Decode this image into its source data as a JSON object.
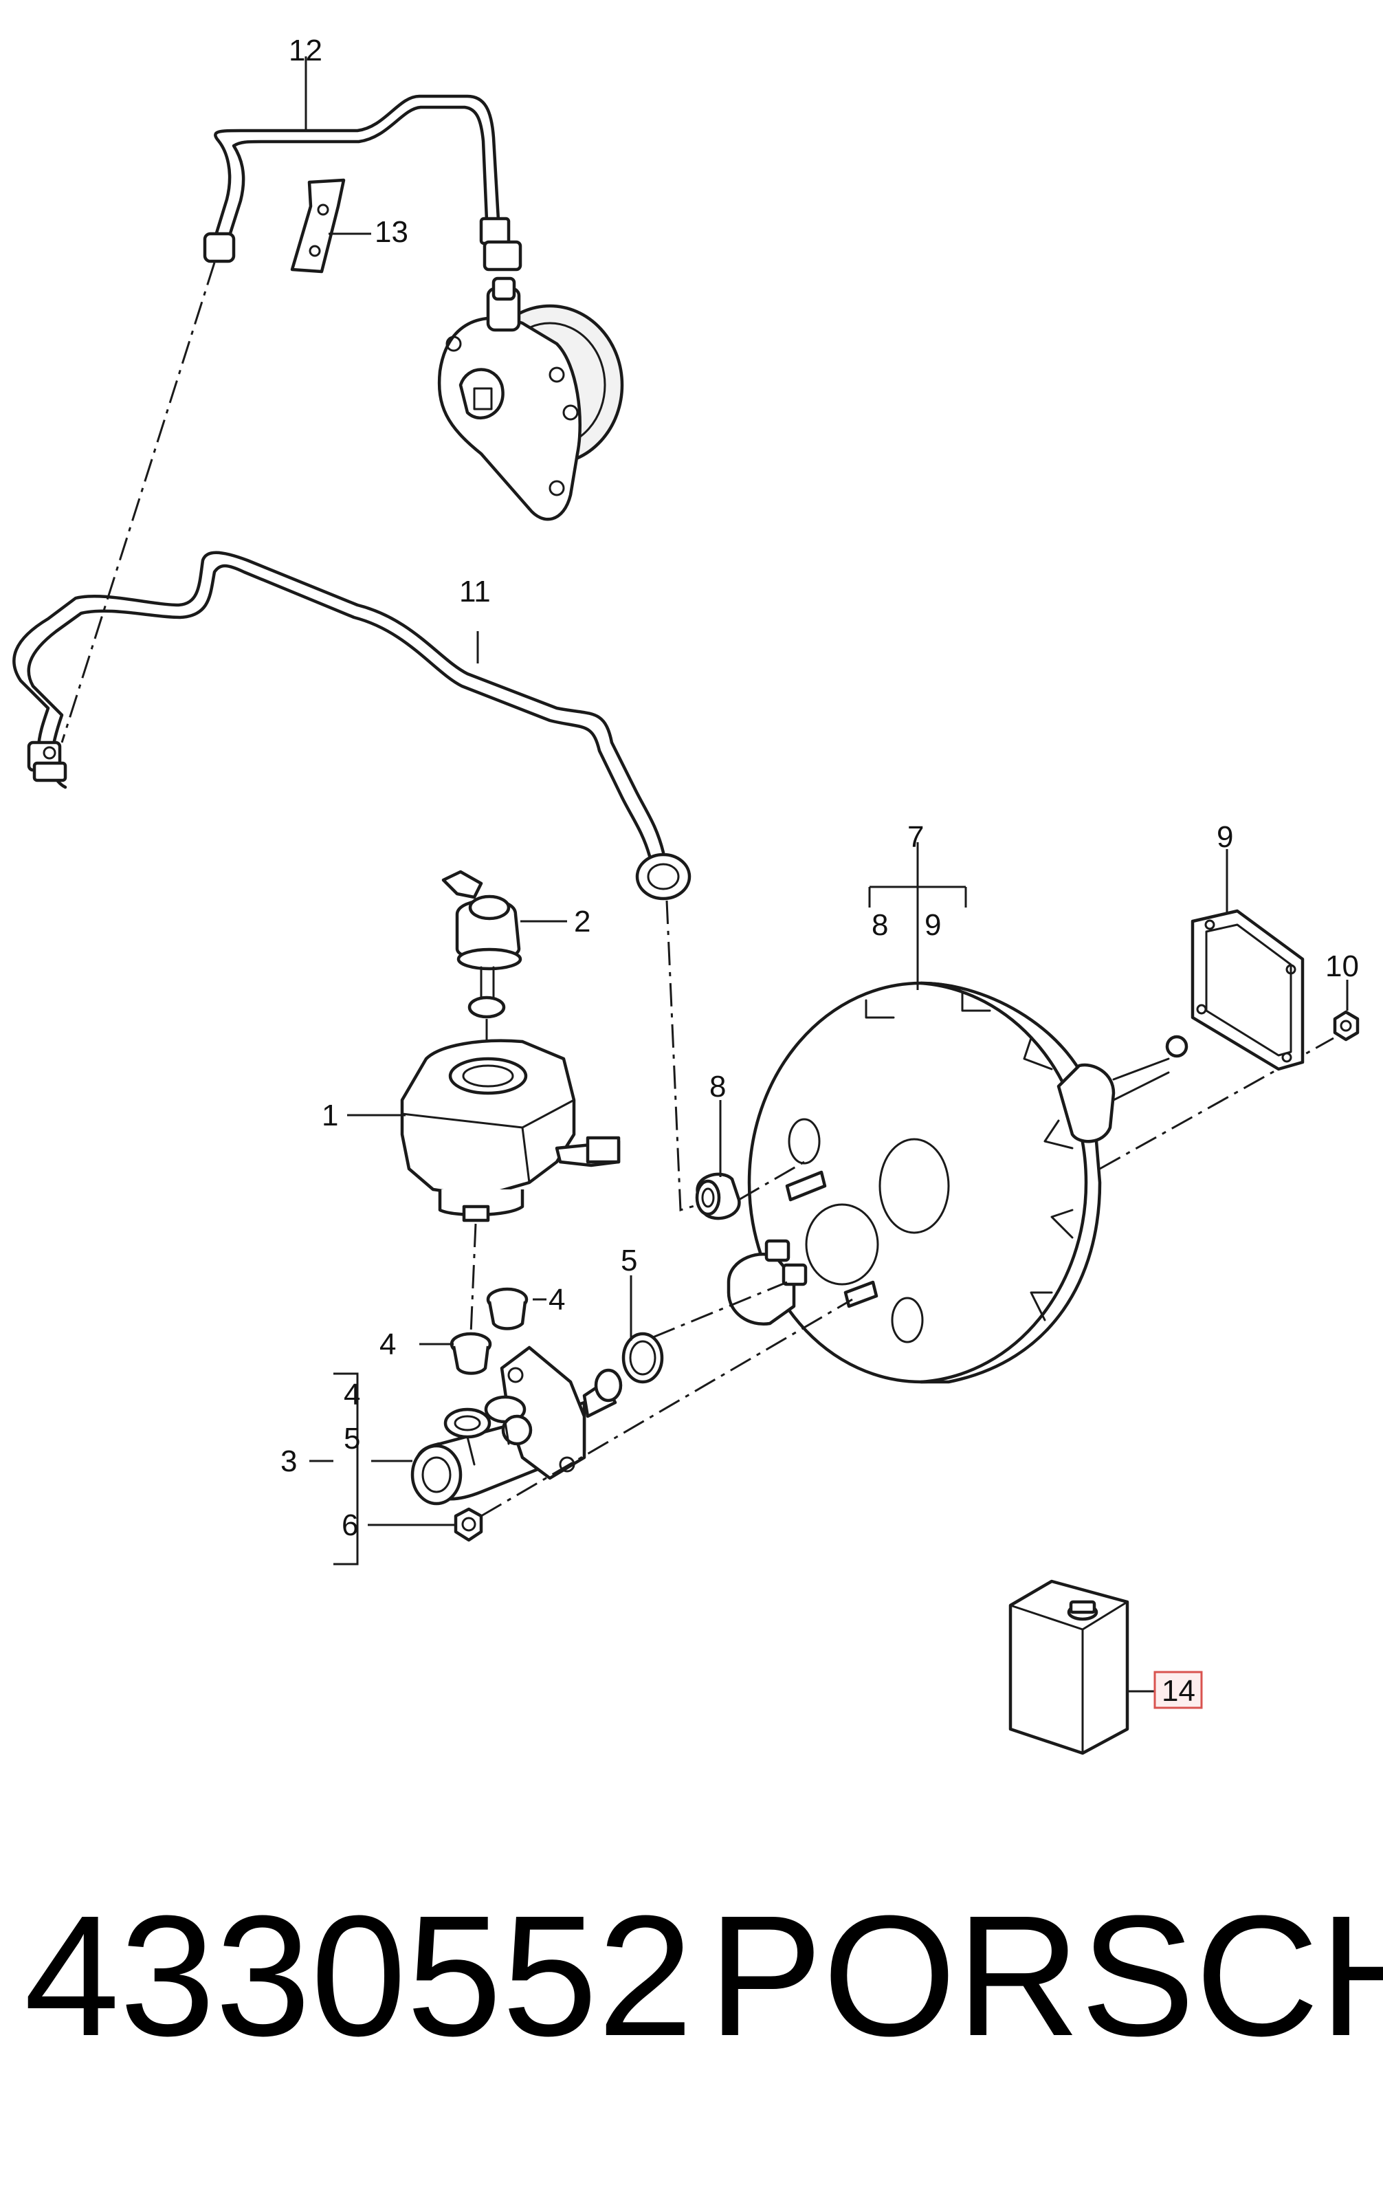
{
  "callouts": {
    "c1": "1",
    "c2": "2",
    "c3": "3",
    "c4a": "4",
    "c4b": "4",
    "c4c": "4",
    "c5a": "5",
    "c5b": "5",
    "c6": "6",
    "c7": "7",
    "c8a": "8",
    "c8b": "8",
    "c9a": "9",
    "c9b": "9",
    "c10": "10",
    "c11": "11",
    "c12": "12",
    "c13": "13",
    "c14": "14"
  },
  "caption": {
    "part_number": "4330552",
    "brand": "PORSCHE"
  },
  "colors": {
    "highlight_border": "#d9534f",
    "highlight_fill": "#fdeeee",
    "line": "#1a1a1a"
  }
}
